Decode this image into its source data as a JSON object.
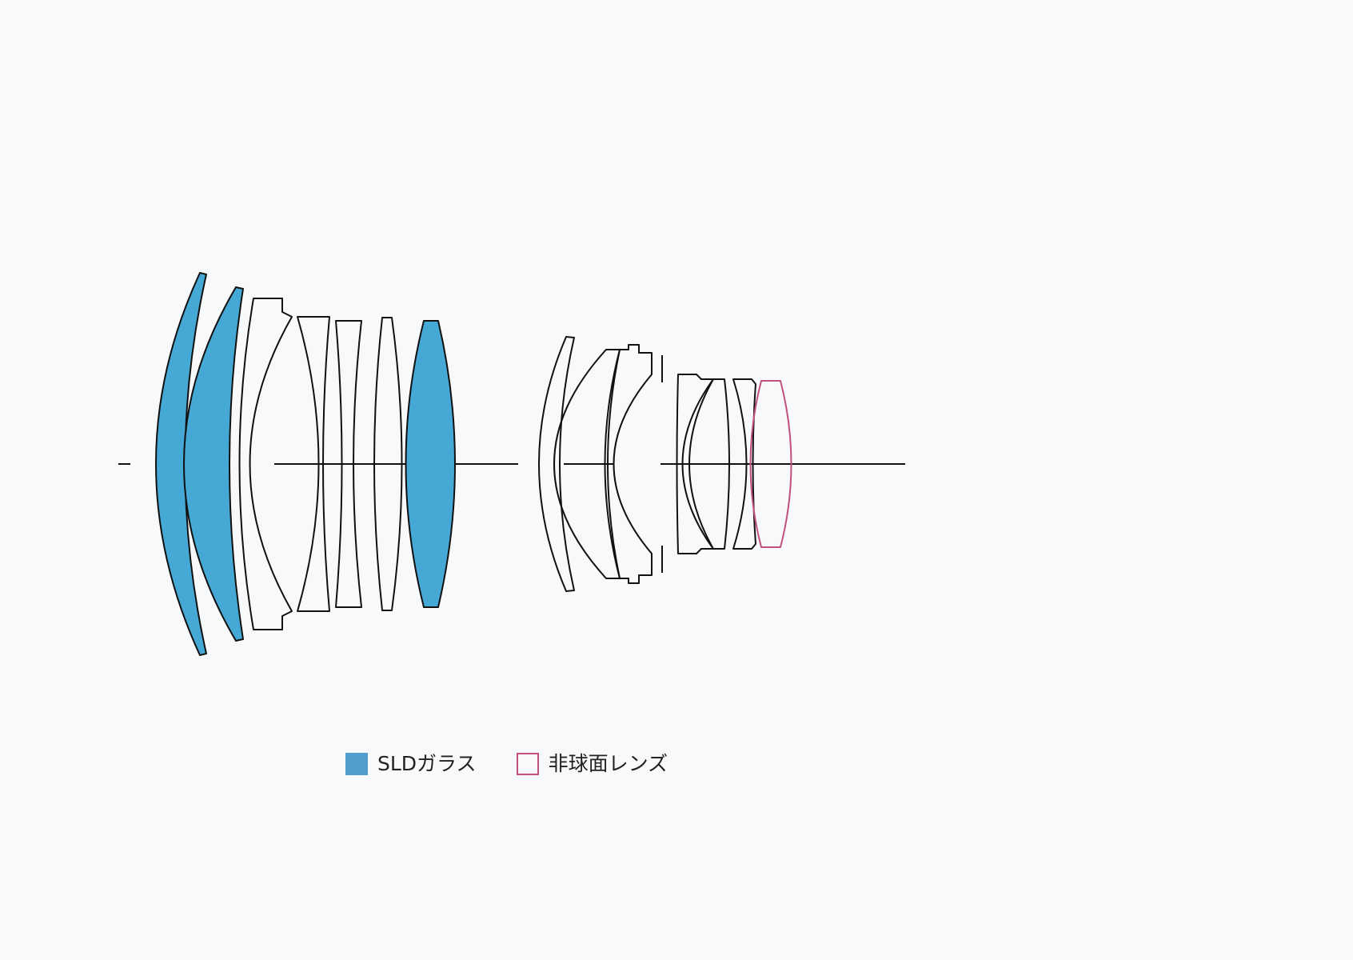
{
  "colors": {
    "background": "#f8f9fb",
    "sld_fill": "#45a8d5",
    "sld_swatch": "#519ecd",
    "aspherical_stroke": "#c2507f",
    "outline": "#111111",
    "legend_text": "#222222"
  },
  "lens_diagram": {
    "elements": [
      {
        "id": "element-1",
        "group": 1,
        "type": "sld"
      },
      {
        "id": "element-2",
        "group": 1,
        "type": "sld"
      },
      {
        "id": "element-3",
        "group": 1,
        "type": "standard"
      },
      {
        "id": "element-4",
        "group": 1,
        "type": "standard"
      },
      {
        "id": "element-5",
        "group": 1,
        "type": "standard"
      },
      {
        "id": "element-6",
        "group": 1,
        "type": "standard"
      },
      {
        "id": "element-7",
        "group": 1,
        "type": "sld"
      },
      {
        "id": "element-8",
        "group": 2,
        "type": "standard"
      },
      {
        "id": "element-9",
        "group": 2,
        "type": "standard"
      },
      {
        "id": "element-10",
        "group": 2,
        "type": "standard"
      },
      {
        "id": "element-11",
        "group": 3,
        "type": "standard"
      },
      {
        "id": "element-12",
        "group": 3,
        "type": "standard"
      },
      {
        "id": "element-13",
        "group": 3,
        "type": "standard"
      },
      {
        "id": "element-14",
        "group": 3,
        "type": "aspherical"
      }
    ]
  },
  "legend": {
    "items": [
      {
        "label": "SLDガラス",
        "swatch": "sld"
      },
      {
        "label": "非球面レンズ",
        "swatch": "aspherical"
      }
    ]
  }
}
